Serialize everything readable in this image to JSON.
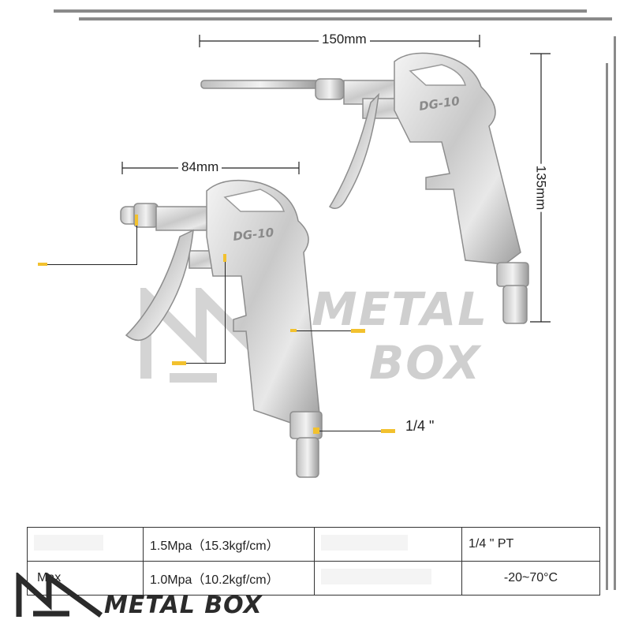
{
  "dimensions": {
    "long_nozzle_length": "150mm",
    "short_nozzle_length": "84mm",
    "height": "135mm",
    "inlet_thread": "1/4 \""
  },
  "tool": {
    "model_label": "DG-10"
  },
  "watermark": {
    "line1": "METAL",
    "line2": "BOX"
  },
  "specs": {
    "rows": [
      {
        "label1": "",
        "value1": "1.5Mpa（15.3kgf/cm）",
        "label2": "",
        "value2": "1/4 \" PT"
      },
      {
        "label1": "Max",
        "value1": "1.0Mpa（10.2kgf/cm）",
        "label2": "",
        "value2": "-20~70°C"
      }
    ]
  },
  "brand": {
    "name": "METAL BOX"
  },
  "colors": {
    "marker": "#f2c12e",
    "frame_lines": "#8a8a8a",
    "watermark": "#cfcfcf"
  }
}
